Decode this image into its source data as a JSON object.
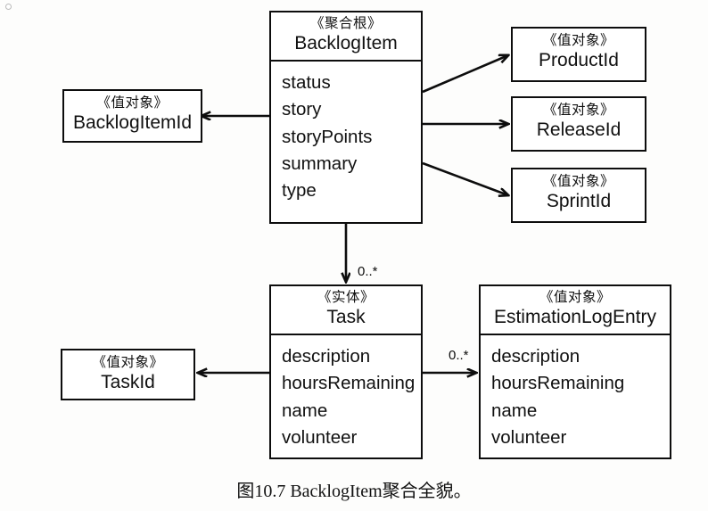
{
  "figure": {
    "caption": "图10.7 BacklogItem聚合全貌。",
    "stereotype_aggregate_root": "《聚合根》",
    "stereotype_entity": "《实体》",
    "stereotype_value_object": "《值对象》"
  },
  "classes": {
    "backlog_item": {
      "stereotype": "《聚合根》",
      "name": "BacklogItem",
      "attributes": [
        "status",
        "story",
        "storyPoints",
        "summary",
        "type"
      ]
    },
    "task": {
      "stereotype": "《实体》",
      "name": "Task",
      "attributes": [
        "description",
        "hoursRemaining",
        "name",
        "volunteer"
      ]
    },
    "estimation_log_entry": {
      "stereotype": "《值对象》",
      "name": "EstimationLogEntry",
      "attributes": [
        "description",
        "hoursRemaining",
        "name",
        "volunteer"
      ]
    },
    "backlog_item_id": {
      "stereotype": "《值对象》",
      "name": "BacklogItemId"
    },
    "task_id": {
      "stereotype": "《值对象》",
      "name": "TaskId"
    },
    "product_id": {
      "stereotype": "《值对象》",
      "name": "ProductId"
    },
    "release_id": {
      "stereotype": "《值对象》",
      "name": "ReleaseId"
    },
    "sprint_id": {
      "stereotype": "《值对象》",
      "name": "SprintId"
    }
  },
  "associations": {
    "backlog_item_to_task": {
      "multiplicity": "0..*"
    },
    "task_to_estimation_log_entry": {
      "multiplicity": "0..*"
    }
  },
  "colors": {
    "ink": "#0d0d0d",
    "paper": "#fdfdfc"
  }
}
